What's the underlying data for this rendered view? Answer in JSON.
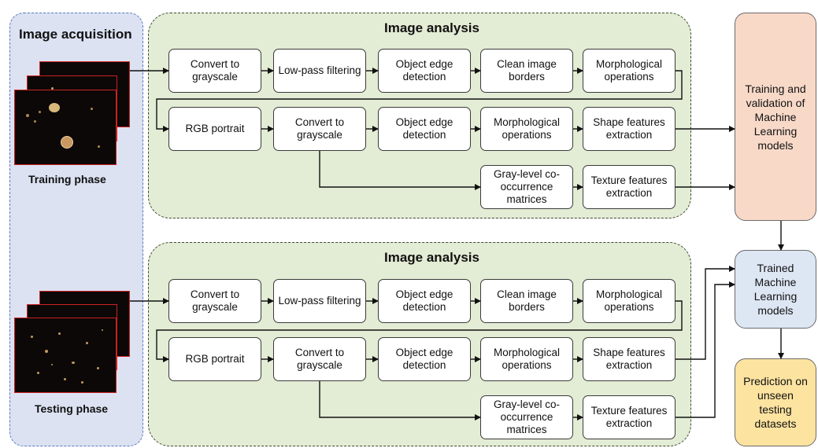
{
  "acquisition": {
    "title": "Image acquisition",
    "training_label": "Training phase",
    "testing_label": "Testing phase"
  },
  "analysis_top": {
    "title": "Image analysis",
    "row1": [
      "Convert to grayscale",
      "Low-pass filtering",
      "Object edge detection",
      "Clean image borders",
      "Morphological operations"
    ],
    "row2": [
      "RGB portrait",
      "Convert to grayscale",
      "Object edge detection",
      "Morphological operations",
      "Shape features extraction"
    ],
    "row3": [
      "Gray-level co-occurrence matrices",
      "Texture features extraction"
    ]
  },
  "analysis_bottom": {
    "title": "Image analysis",
    "row1": [
      "Convert to grayscale",
      "Low-pass filtering",
      "Object edge detection",
      "Clean image borders",
      "Morphological operations"
    ],
    "row2": [
      "RGB portrait",
      "Convert to grayscale",
      "Object edge detection",
      "Morphological operations",
      "Shape features extraction"
    ],
    "row3": [
      "Gray-level co-occurrence matrices",
      "Texture features extraction"
    ]
  },
  "outputs": {
    "training": "Training and validation of Machine Learning models",
    "trained": "Trained Machine Learning models",
    "prediction": "Prediction on unseen testing datasets"
  },
  "colors": {
    "acquisition_bg": "#dce2f2",
    "analysis_bg": "#e3ecd4",
    "training_bg": "#f8d9c8",
    "trained_bg": "#dde6f3",
    "prediction_bg": "#fce3a0",
    "image_border": "#cc2222"
  }
}
